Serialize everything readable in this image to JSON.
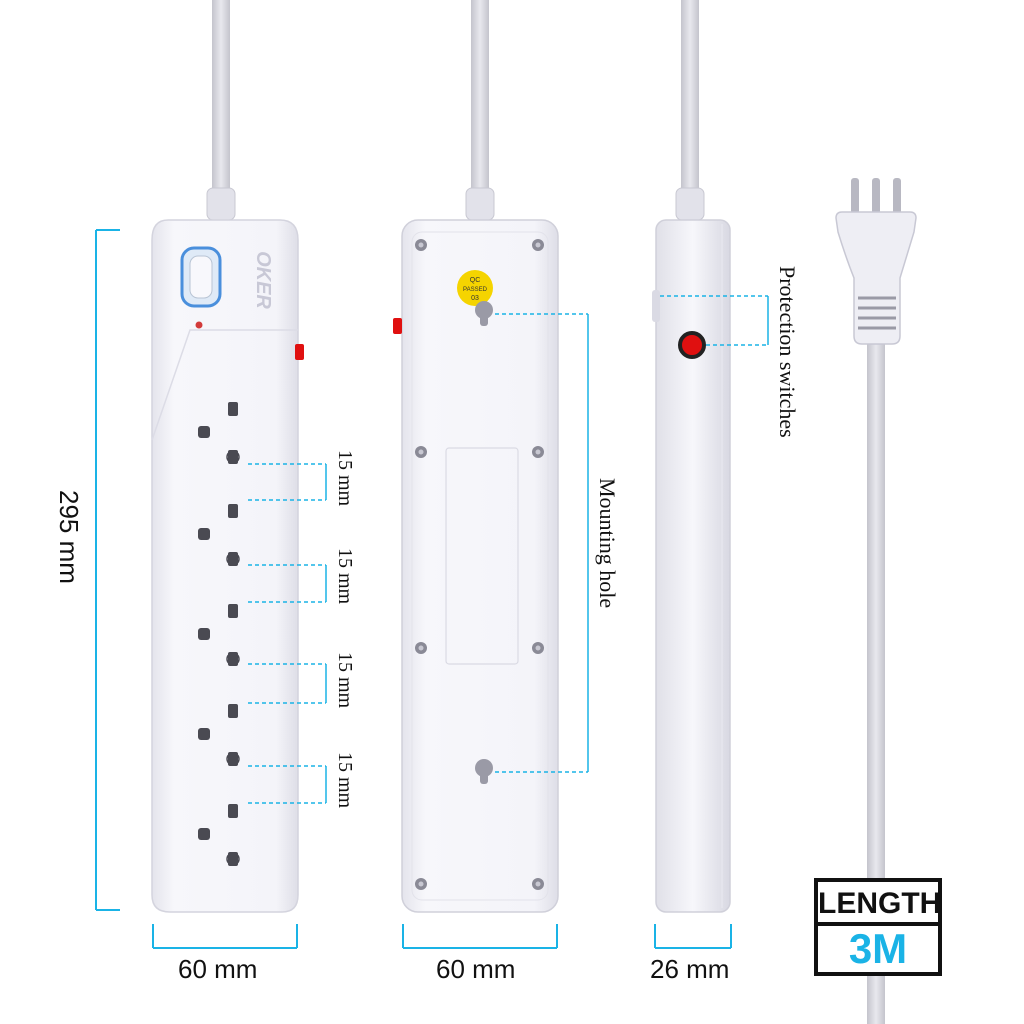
{
  "colors": {
    "accent": "#1ab3e6",
    "product_body": "#f3f3f8",
    "cord": "#d6d6de",
    "switch_red": "#e01010",
    "qc_sticker": "#f5d400"
  },
  "front_view": {
    "brand_logo": "OKER",
    "height_label": "295 mm",
    "width_label": "60 mm",
    "spacing_labels": [
      "15 mm",
      "15 mm",
      "15 mm",
      "15 mm"
    ]
  },
  "back_view": {
    "qc_sticker": {
      "line1": "QC",
      "line2": "PASSED",
      "line3": "03"
    },
    "mounting_label": "Mounting hole",
    "width_label": "60 mm"
  },
  "side_view": {
    "protection_label": "Protection switches",
    "width_label": "26 mm"
  },
  "plug": {
    "length_title": "LENGTH",
    "length_value": "3M"
  }
}
